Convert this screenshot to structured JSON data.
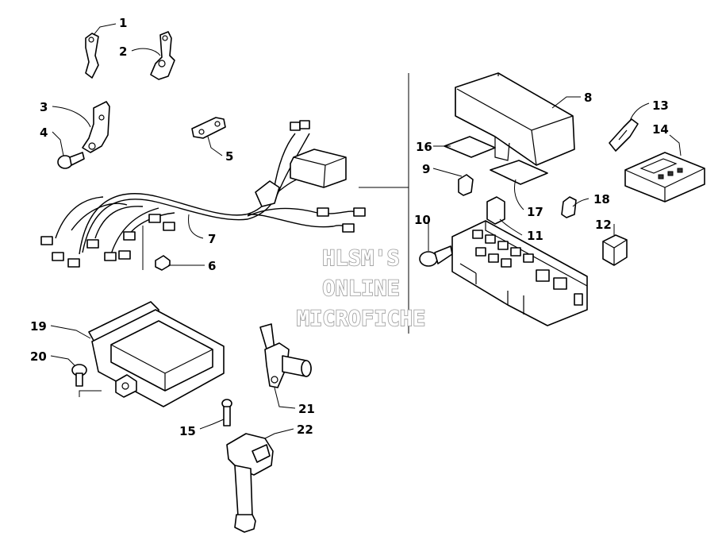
{
  "diagram": {
    "callouts": [
      {
        "id": "1",
        "label": "1"
      },
      {
        "id": "2",
        "label": "2"
      },
      {
        "id": "3",
        "label": "3"
      },
      {
        "id": "4",
        "label": "4"
      },
      {
        "id": "5",
        "label": "5"
      },
      {
        "id": "6",
        "label": "6"
      },
      {
        "id": "7",
        "label": "7"
      },
      {
        "id": "8",
        "label": "8"
      },
      {
        "id": "9",
        "label": "9"
      },
      {
        "id": "10",
        "label": "10"
      },
      {
        "id": "11",
        "label": "11"
      },
      {
        "id": "12",
        "label": "12"
      },
      {
        "id": "13",
        "label": "13"
      },
      {
        "id": "14",
        "label": "14"
      },
      {
        "id": "15",
        "label": "15"
      },
      {
        "id": "16",
        "label": "16"
      },
      {
        "id": "17",
        "label": "17"
      },
      {
        "id": "18",
        "label": "18"
      },
      {
        "id": "19",
        "label": "19"
      },
      {
        "id": "20",
        "label": "20"
      },
      {
        "id": "21",
        "label": "21"
      },
      {
        "id": "22",
        "label": "22"
      }
    ]
  },
  "watermark": {
    "line1": "HLSM'S",
    "line2": "ONLINE",
    "line3": "MICROFICHE"
  }
}
